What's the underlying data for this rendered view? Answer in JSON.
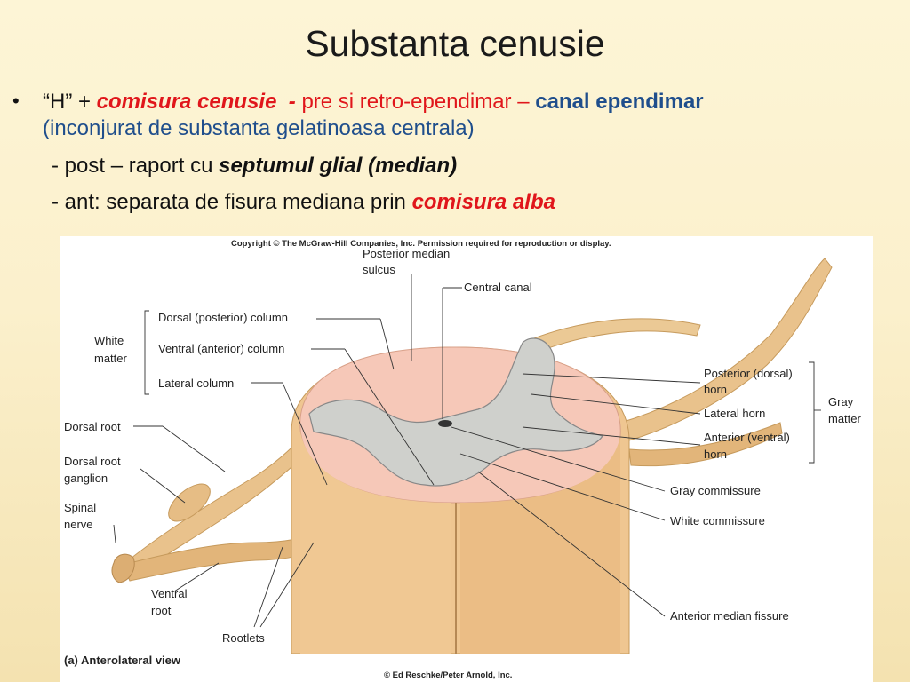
{
  "slide": {
    "title": "Substanta cenusie",
    "bullet": {
      "symbol": "•",
      "line1_a": "“H” + ",
      "line1_b": "comisura cenusie",
      "line1_c": "  - ",
      "line1_d": "pre si retro-ependimar – ",
      "line1_e": "canal ependimar",
      "line1_f": "(inconjurat de substanta gelatinoasa centrala)"
    },
    "sub1": {
      "prefix": "- post – raport cu ",
      "emph": "septumul glial (median)"
    },
    "sub2": {
      "prefix": "- ant: separata de fisura mediana prin ",
      "emph": "comisura alba"
    }
  },
  "figure": {
    "copyright_top": "Copyright © The McGraw-Hill Companies, Inc. Permission required for reproduction or display.",
    "copyright_bottom": "© Ed Reschke/Peter Arnold, Inc.",
    "caption": "(a) Anterolateral view",
    "labels": {
      "posterior_median_1": "Posterior median",
      "posterior_median_2": "sulcus",
      "central_canal": "Central canal",
      "dorsal_column": "Dorsal (posterior) column",
      "ventral_column": "Ventral (anterior) column",
      "lateral_column": "Lateral column",
      "white_matter_1": "White",
      "white_matter_2": "matter",
      "dorsal_root": "Dorsal root",
      "drg_1": "Dorsal root",
      "drg_2": "ganglion",
      "spinal_nerve_1": "Spinal",
      "spinal_nerve_2": "nerve",
      "ventral_root_1": "Ventral",
      "ventral_root_2": "root",
      "rootlets": "Rootlets",
      "posterior_horn_1": "Posterior (dorsal)",
      "posterior_horn_2": "horn",
      "lateral_horn": "Lateral horn",
      "anterior_horn_1": "Anterior (ventral)",
      "anterior_horn_2": "horn",
      "gray_matter_1": "Gray",
      "gray_matter_2": "matter",
      "gray_commissure": "Gray commissure",
      "white_commissure": "White commissure",
      "anterior_median_fissure": "Anterior median fissure"
    }
  }
}
